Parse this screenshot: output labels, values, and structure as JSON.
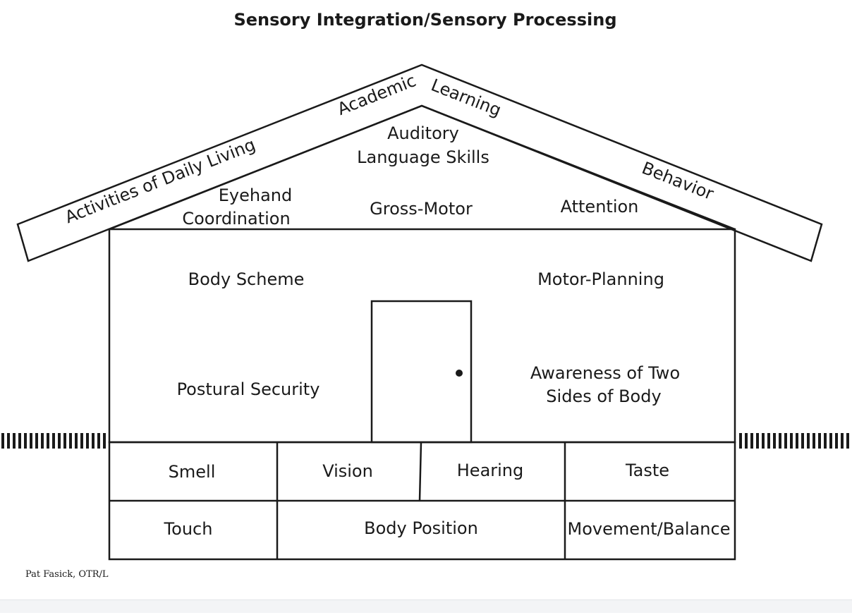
{
  "title": "Sensory Integration/Sensory Processing",
  "roof": {
    "left_label": "Activities of Daily Living",
    "peak_left_label": "Academic",
    "peak_right_label": "Learning",
    "right_label": "Behavior"
  },
  "attic": {
    "auditory_line1": "Auditory",
    "auditory_line2": "Language Skills",
    "eyehand_line1": "Eyehand",
    "eyehand_line2": "Coordination",
    "gross_motor": "Gross-Motor",
    "attention": "Attention"
  },
  "walls": {
    "body_scheme": "Body Scheme",
    "motor_planning": "Motor-Planning",
    "postural_security": "Postural Security",
    "awareness_line1": "Awareness of Two",
    "awareness_line2": "Sides of Body"
  },
  "foundation": {
    "row1": [
      "Smell",
      "Vision",
      "Hearing",
      "Taste"
    ],
    "row2": [
      "Touch",
      "Body Position",
      "Movement/Balance"
    ]
  },
  "credit": "Pat Fasick, OTR/L"
}
